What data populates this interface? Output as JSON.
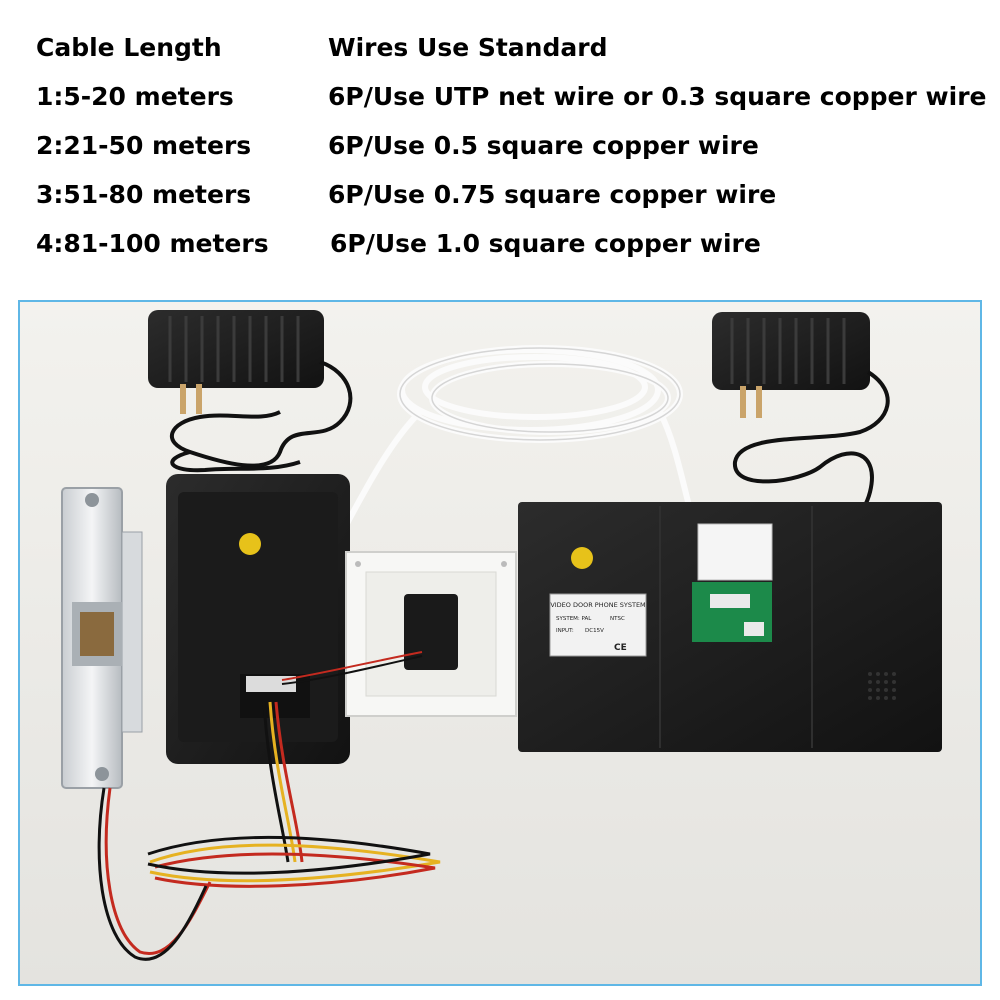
{
  "table": {
    "header": {
      "length": "Cable Length",
      "standard": "Wires Use Standard"
    },
    "rows": [
      {
        "length": "1:5-20 meters",
        "standard": "6P/Use UTP net wire or 0.3 square copper wire"
      },
      {
        "length": "2:21-50 meters",
        "standard": "6P/Use 0.5 square copper wire"
      },
      {
        "length": "3:51-80 meters",
        "standard": "6P/Use 0.75 square copper wire"
      },
      {
        "length": "4:81-100 meters",
        "standard": "6P/Use 1.0 square copper wire"
      }
    ]
  },
  "photo": {
    "monitor_label": {
      "title": "VIDEO DOOR PHONE SYSTEM",
      "system_pal": "SYSTEM: PAL",
      "system_ntsc": "NTSC",
      "input": "INPUT:",
      "input_value": "DC15V",
      "ce_mark": "CE"
    },
    "colors": {
      "border": "#5fb7e6",
      "background": "#efeeea"
    }
  }
}
